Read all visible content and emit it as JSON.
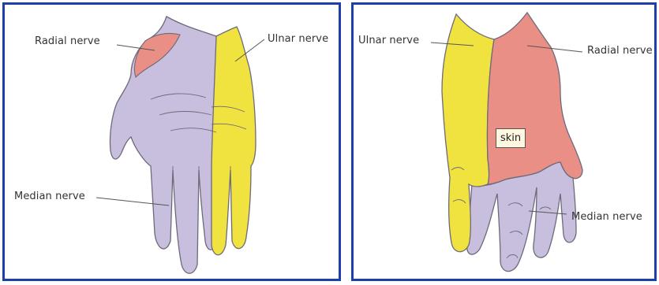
{
  "colors": {
    "panel_border": "#1f3fa8",
    "median": "#c8bedd",
    "ulnar": "#f0e340",
    "radial": "#e98f86",
    "outline": "#6e6a7a"
  },
  "palmar": {
    "labels": {
      "radial": "Radial nerve",
      "ulnar": "Ulnar nerve",
      "median": "Median nerve"
    }
  },
  "dorsal": {
    "labels": {
      "ulnar": "Ulnar nerve",
      "radial": "Radial nerve",
      "median": "Median nerve",
      "skin": "skin"
    }
  }
}
